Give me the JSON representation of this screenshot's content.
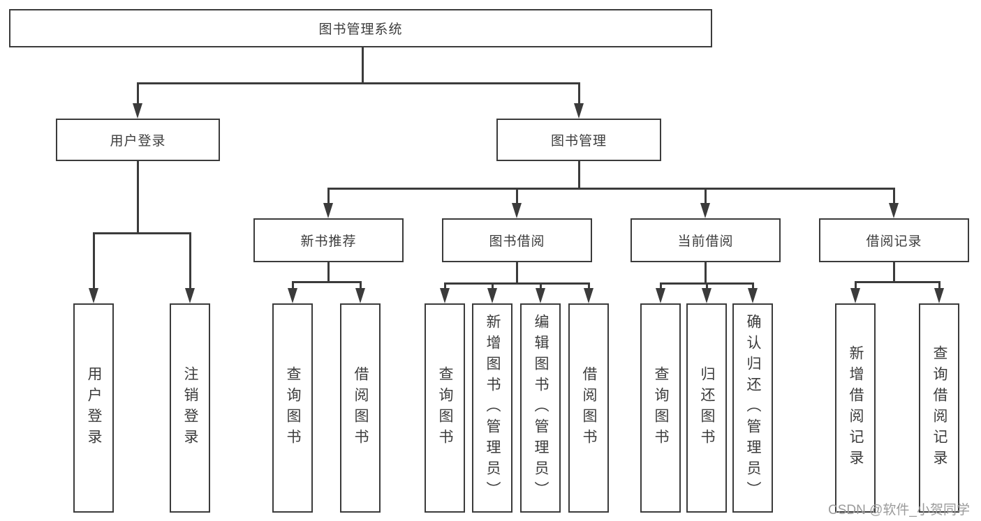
{
  "diagram": {
    "root": {
      "label": "图书管理系统"
    },
    "level2": [
      {
        "label": "用户登录"
      },
      {
        "label": "图书管理"
      }
    ],
    "level3": [
      {
        "label": "新书推荐"
      },
      {
        "label": "图书借阅"
      },
      {
        "label": "当前借阅"
      },
      {
        "label": "借阅记录"
      }
    ],
    "leaves": {
      "user_login": [
        {
          "label": "用户登录"
        },
        {
          "label": "注销登录"
        }
      ],
      "new_book_recommend": [
        {
          "label": "查询图书"
        },
        {
          "label": "借阅图书"
        }
      ],
      "book_borrow": [
        {
          "label": "查询图书"
        },
        {
          "label": "新增图书（管理员）"
        },
        {
          "label": "编辑图书（管理员）"
        },
        {
          "label": "借阅图书"
        }
      ],
      "current_borrow": [
        {
          "label": "查询图书"
        },
        {
          "label": "归还图书"
        },
        {
          "label": "确认归还（管理员）"
        }
      ],
      "borrow_records": [
        {
          "label": "新增借阅记录"
        },
        {
          "label": "查询借阅记录"
        }
      ]
    }
  },
  "watermark": {
    "text": "CSDN @软件_小贺同学"
  },
  "colors": {
    "line": "#3b3b3b",
    "text": "#3c3c3c",
    "watermark": "#9b9b9b",
    "background": "#ffffff"
  }
}
